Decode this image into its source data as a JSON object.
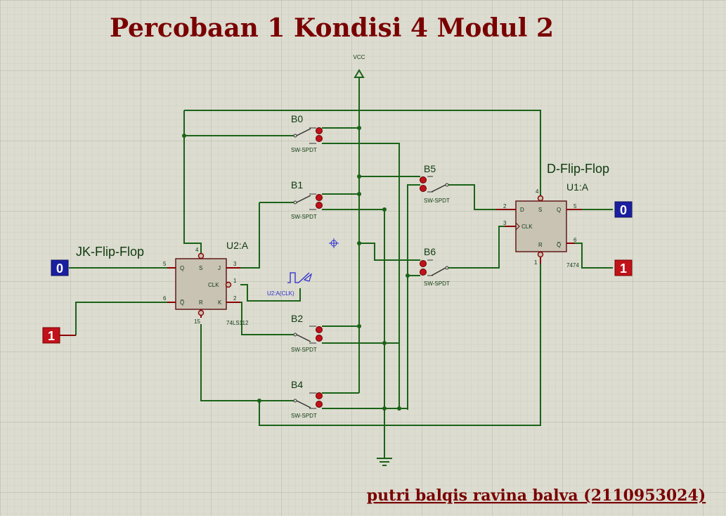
{
  "title": "Percobaan 1 Kondisi 4 Modul 2",
  "author": "putri balqis ravina balva (2110953024)",
  "vcc_label": "VCC",
  "jk": {
    "caption": "JK-Flip-Flop",
    "ref": "U2:A",
    "part": "74LS112",
    "pins": {
      "q": "Q",
      "s": "S",
      "j": "J",
      "clk": "CLK",
      "qbar": "Q̅",
      "r": "R",
      "k": "K"
    },
    "pin_numbers": {
      "q": "5",
      "s": "4",
      "j": "3",
      "clk": "1",
      "qbar": "6",
      "r": "15",
      "k": "2"
    }
  },
  "d": {
    "caption": "D-Flip-Flop",
    "ref": "U1:A",
    "part": "7474",
    "pins": {
      "d": "D",
      "s": "S",
      "q": "Q",
      "clk": "CLK",
      "r": "R",
      "qbar": "Q̅"
    },
    "pin_numbers": {
      "s": "4",
      "d": "2",
      "q": "5",
      "clk": "3",
      "r": "1",
      "qbar": "6"
    }
  },
  "clock_label": "U2:A(CLK)",
  "switches": [
    {
      "name": "B0",
      "type": "SW-SPDT"
    },
    {
      "name": "B1",
      "type": "SW-SPDT"
    },
    {
      "name": "B2",
      "type": "SW-SPDT"
    },
    {
      "name": "B4",
      "type": "SW-SPDT"
    },
    {
      "name": "B5",
      "type": "SW-SPDT"
    },
    {
      "name": "B6",
      "type": "SW-SPDT"
    }
  ],
  "terminals": {
    "jk_q": "0",
    "jk_qbar": "1",
    "d_q": "0",
    "d_qbar": "1"
  },
  "colors": {
    "wire": "#1a6318",
    "title": "#7a0000",
    "chip": "#c9c3b4",
    "logic_low": "#1a1fa0",
    "logic_high": "#c1121a",
    "switch_pin": "#c1121a"
  }
}
